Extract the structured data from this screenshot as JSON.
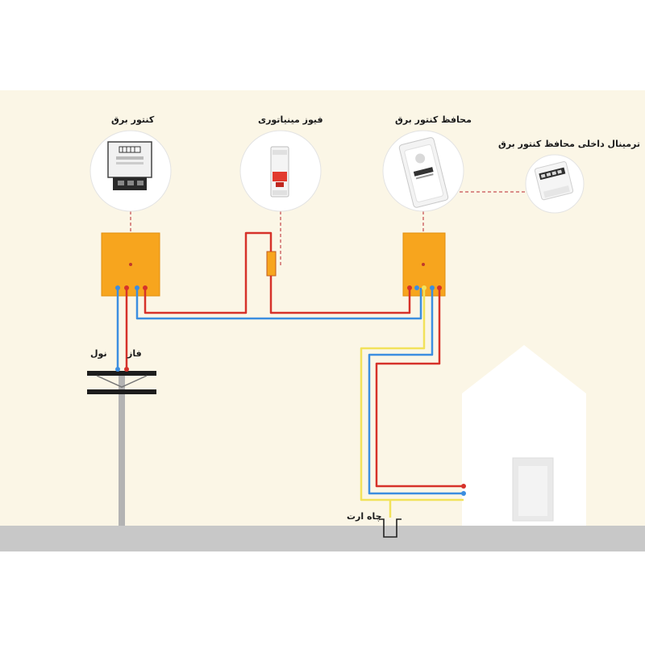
{
  "labels": {
    "meter": "کنتور برق",
    "fuse": "فیوز مینیاتوری",
    "protector": "محافظ کنتور برق",
    "terminal": "ترمینال داخلی محافظ کنتور برق",
    "neutral": "نول",
    "phase": "فاز",
    "earth": "چاه ارت"
  },
  "colors": {
    "background_panel": "#fbf6e6",
    "ground": "#c8c8c8",
    "box_orange": "#f7a51e",
    "wire_phase": "#d6322a",
    "wire_neutral": "#3c8ee0",
    "wire_earth": "#f2e25a",
    "dashed_link": "#d06a6a"
  },
  "icons": [
    "electric-meter-icon",
    "miniature-fuse-icon",
    "meter-protector-icon",
    "protector-terminal-icon",
    "utility-pole-icon",
    "house-icon"
  ]
}
